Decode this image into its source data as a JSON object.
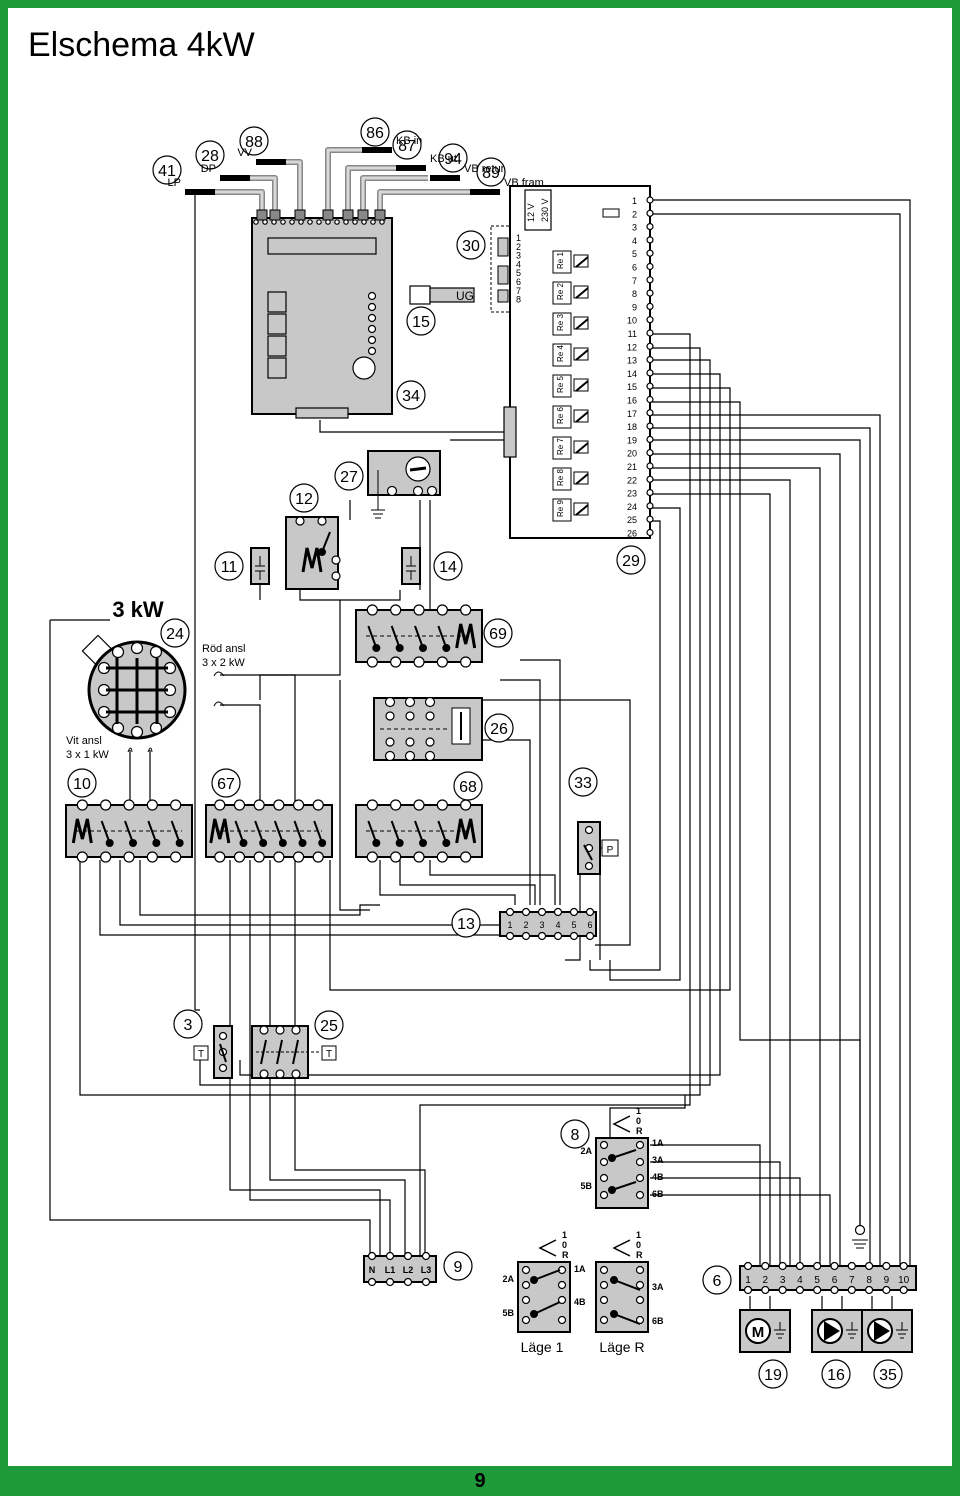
{
  "title": "Elschema 4kW",
  "page_number": "9",
  "colors": {
    "frame": "#1f9a3a",
    "component_fill": "#c8c8c8",
    "wire": "#000000",
    "background": "#ffffff"
  },
  "hoses": [
    {
      "label": "LP"
    },
    {
      "label": "DP"
    },
    {
      "label": "VV"
    },
    {
      "label": "KB in"
    },
    {
      "label": "KB ut"
    },
    {
      "label": "VB retur"
    },
    {
      "label": "VB fram"
    }
  ],
  "component_numbers": [
    "41",
    "28",
    "88",
    "86",
    "87",
    "94",
    "89",
    "30",
    "15",
    "34",
    "27",
    "12",
    "11",
    "14",
    "29",
    "24",
    "69",
    "26",
    "10",
    "67",
    "68",
    "33",
    "13",
    "3",
    "25",
    "8",
    "9",
    "6",
    "19",
    "16",
    "35"
  ],
  "labels": {
    "ug": "UG",
    "v12": "12 V",
    "v230": "230 V",
    "three_kw": "3 kW",
    "rod_ansl": "Röd ansl",
    "rod_ansl_2": "3 x 2 kW",
    "vit_ansl": "Vit ansl",
    "vit_ansl_2": "3 x 1 kW",
    "p": "P",
    "t": "T",
    "m": "M",
    "lage1": "Läge 1",
    "lageR": "Läge R"
  },
  "relays": [
    "Re 1",
    "Re 2",
    "Re 3",
    "Re 4",
    "Re 5",
    "Re 6",
    "Re 7",
    "Re 8",
    "Re 9"
  ],
  "terminals_26": [
    "1",
    "2",
    "3",
    "4",
    "5",
    "6",
    "7",
    "8",
    "9",
    "10",
    "11",
    "12",
    "13",
    "14",
    "15",
    "16",
    "17",
    "18",
    "19",
    "20",
    "21",
    "22",
    "23",
    "24",
    "25",
    "26"
  ],
  "connector_8": [
    "1",
    "2",
    "3",
    "4",
    "5",
    "6",
    "7",
    "8"
  ],
  "terminal_13": [
    "1",
    "2",
    "3",
    "4",
    "5",
    "6"
  ],
  "terminal_9": [
    "N",
    "L1",
    "L2",
    "L3"
  ],
  "terminal_6": [
    "1",
    "2",
    "3",
    "4",
    "5",
    "6",
    "7",
    "8",
    "9",
    "10"
  ],
  "switch_labels": {
    "pos1": "1",
    "pos0": "0",
    "posR": "R",
    "a1": "1A",
    "a2": "2A",
    "a3": "3A",
    "b4": "4B",
    "b5": "5B",
    "b6": "6B"
  }
}
